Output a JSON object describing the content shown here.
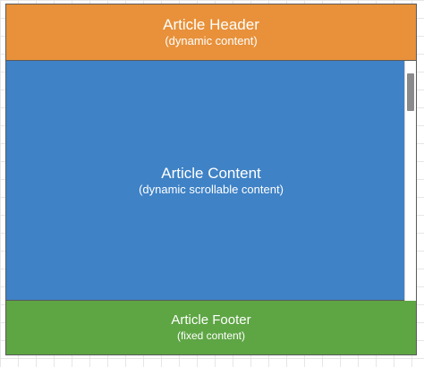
{
  "colors": {
    "header": "#e8913a",
    "content": "#3f82c6",
    "footer": "#5ea544",
    "border": "#5a5a5a",
    "grid": "#e6e6e6",
    "scrollbar_thumb": "#8a8a8a"
  },
  "header": {
    "title": "Article Header",
    "subtitle": "(dynamic content)"
  },
  "content": {
    "title": "Article Content",
    "subtitle": "(dynamic scrollable content)"
  },
  "footer": {
    "title": "Article Footer",
    "subtitle": "(fixed content)"
  }
}
